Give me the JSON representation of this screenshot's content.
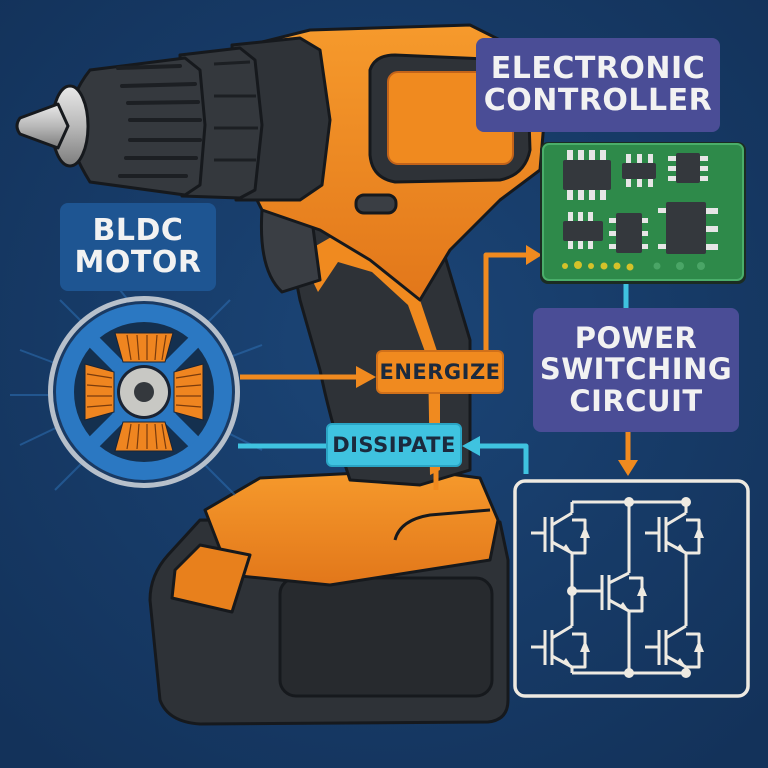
{
  "diagram": {
    "labels": {
      "electronic_controller": [
        "ELECTRONIC",
        "CONTROLLER"
      ],
      "bldc_motor": [
        "BLDC",
        "MOTOR"
      ],
      "power_switching_circuit": [
        "POWER",
        "SWITCHING",
        "CIRCUIT"
      ],
      "energize": "ENERGIZE",
      "dissipate": "DISSIPATE"
    },
    "components": {
      "drill": "cordless-drill-illustration",
      "motor": "bldc-motor-icon",
      "controller": "pcb-board-icon",
      "circuit": "igbt-bridge-schematic"
    },
    "colors": {
      "background": "#163a66",
      "drill_orange": "#f08a1f",
      "drill_black": "#2e3237",
      "controller_label": "#4a4d96",
      "motor_label": "#1e5592",
      "energize": "#f08a1f",
      "dissipate": "#3fc3e0",
      "pcb_green": "#2e8a4a",
      "schematic_line": "#eeeae2"
    }
  }
}
